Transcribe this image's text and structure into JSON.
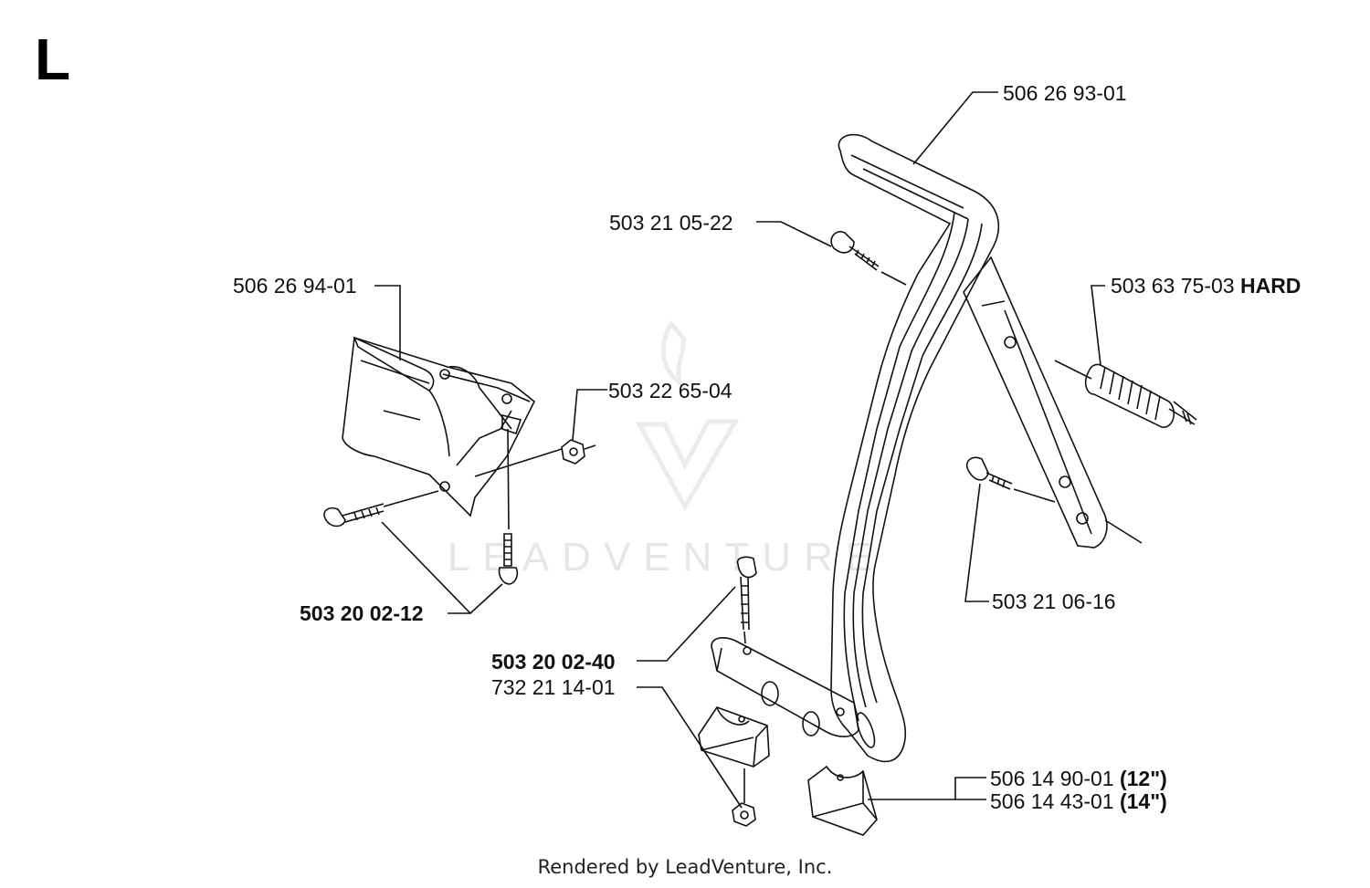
{
  "diagram": {
    "section_letter": "L",
    "watermark": "LEADVENTURE",
    "footer": "Rendered by LeadVenture, Inc.",
    "parts": [
      {
        "number": "506 26 93-01"
      },
      {
        "number": "503 21 05-22"
      },
      {
        "number": "506 26 94-01"
      },
      {
        "number": "503 63 75-03",
        "note": "HARD"
      },
      {
        "number": "503 22 65-04"
      },
      {
        "number": "503 21 06-16"
      },
      {
        "number": "503 20 02-12"
      },
      {
        "number": "503 20 02-40"
      },
      {
        "number": "732 21 14-01"
      },
      {
        "number": "506 14 90-01",
        "note": "(12\")"
      },
      {
        "number": "506 14 43-01",
        "note": "(14\")"
      }
    ]
  }
}
